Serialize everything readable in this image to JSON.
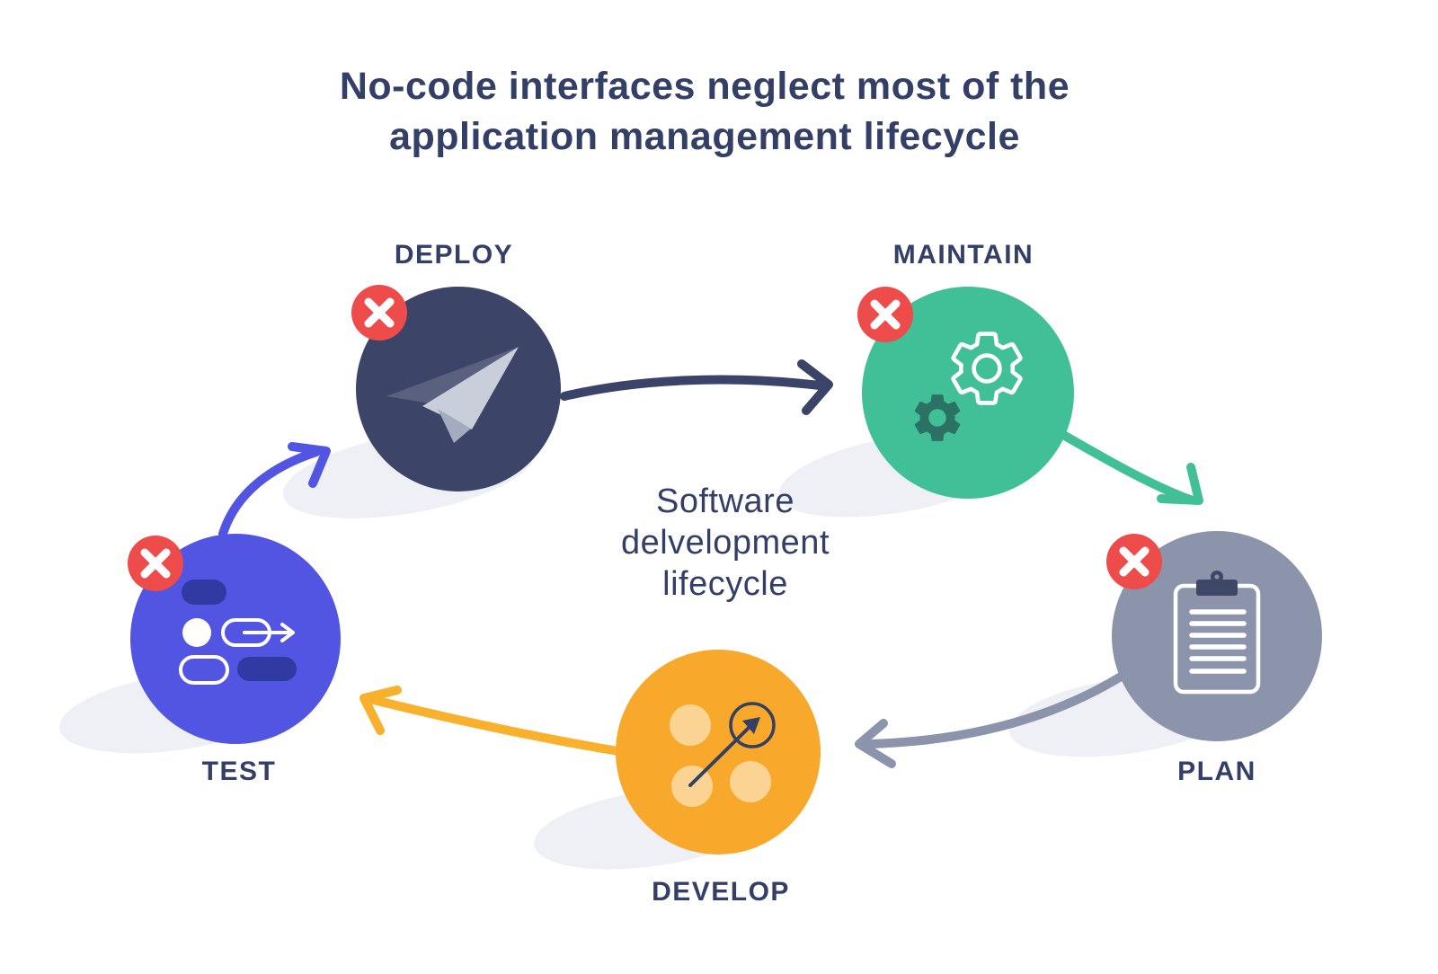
{
  "title_lines": [
    "No-code interfaces neglect most of the",
    "application management lifecycle"
  ],
  "center_caption_lines": [
    "Software",
    "delvelopment",
    "lifecycle"
  ],
  "nodes": [
    {
      "id": "deploy",
      "label": "DEPLOY",
      "color": "#3c4468",
      "icon": "paper-plane-icon",
      "has_x_badge": true
    },
    {
      "id": "maintain",
      "label": "MAINTAIN",
      "color": "#41bf96",
      "icon": "gears-icon",
      "has_x_badge": true
    },
    {
      "id": "plan",
      "label": "PLAN",
      "color": "#8b94ab",
      "icon": "clipboard-icon",
      "has_x_badge": true
    },
    {
      "id": "develop",
      "label": "DEVELOP",
      "color": "#f8a82a",
      "icon": "vector-arrow-icon",
      "has_x_badge": false
    },
    {
      "id": "test",
      "label": "TEST",
      "color": "#5254e2",
      "icon": "flowchart-icon",
      "has_x_badge": true
    }
  ],
  "arrows": [
    {
      "from": "deploy",
      "to": "maintain",
      "color": "#3a4368"
    },
    {
      "from": "maintain",
      "to": "plan",
      "color": "#41bf96"
    },
    {
      "from": "plan",
      "to": "develop",
      "color": "#8b94ab"
    },
    {
      "from": "develop",
      "to": "test",
      "color": "#f8b02d"
    },
    {
      "from": "test",
      "to": "deploy",
      "color": "#5254e2"
    }
  ],
  "colors": {
    "background": "#ffffff",
    "text_navy": "#333f66",
    "badge_red": "#ee4b4b",
    "badge_x": "#ffffff",
    "shadow": "#eef0f6",
    "plane_dark": "#59617e",
    "plane_light": "#c9cedb",
    "plane_fold": "#a3abbf",
    "gear_outline": "#ffffff",
    "gear_dark": "#2b7265",
    "clipboard_dark": "#3f4769",
    "clipboard_lines": "#ffffff",
    "develop_dot": "#fbd494",
    "develop_arrow": "#333f63",
    "test_pill_dark": "#2f3aa3",
    "test_white": "#ffffff"
  }
}
